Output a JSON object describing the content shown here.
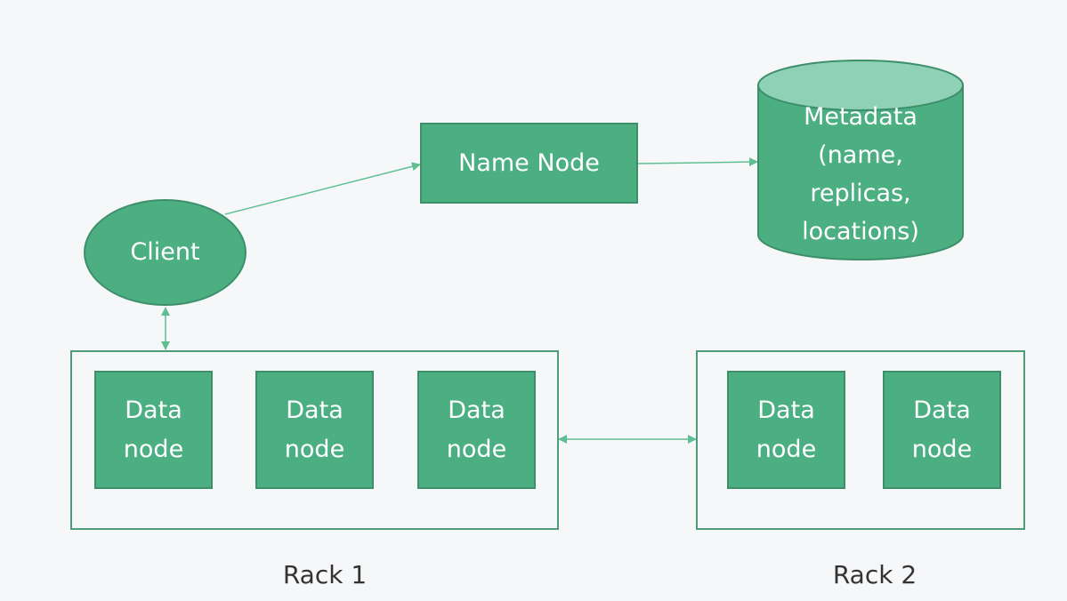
{
  "colors": {
    "background": "#f6f7f9",
    "node_fill": "#4caf82",
    "node_border": "#3c8f69",
    "cylinder_top": "#8fd1b6",
    "arrow": "#5fbf93",
    "rack_border": "#4e9b78",
    "label_text": "#333333"
  },
  "nodes": {
    "client": {
      "label": "Client",
      "shape": "ellipse"
    },
    "name_node": {
      "label": "Name Node",
      "shape": "rectangle"
    },
    "metadata": {
      "shape": "cylinder",
      "lines": [
        "Metadata",
        "(name,",
        "replicas,",
        "locations)"
      ]
    }
  },
  "racks": [
    {
      "label": "Rack 1",
      "data_nodes": [
        {
          "line1": "Data",
          "line2": "node"
        },
        {
          "line1": "Data",
          "line2": "node"
        },
        {
          "line1": "Data",
          "line2": "node"
        }
      ]
    },
    {
      "label": "Rack 2",
      "data_nodes": [
        {
          "line1": "Data",
          "line2": "node"
        },
        {
          "line1": "Data",
          "line2": "node"
        }
      ]
    }
  ],
  "edges": [
    {
      "from": "client",
      "to": "name_node",
      "direction": "forward"
    },
    {
      "from": "name_node",
      "to": "metadata",
      "direction": "forward"
    },
    {
      "from": "client",
      "to": "rack-1",
      "direction": "both"
    },
    {
      "from": "rack-1",
      "to": "rack-2",
      "direction": "both"
    }
  ]
}
